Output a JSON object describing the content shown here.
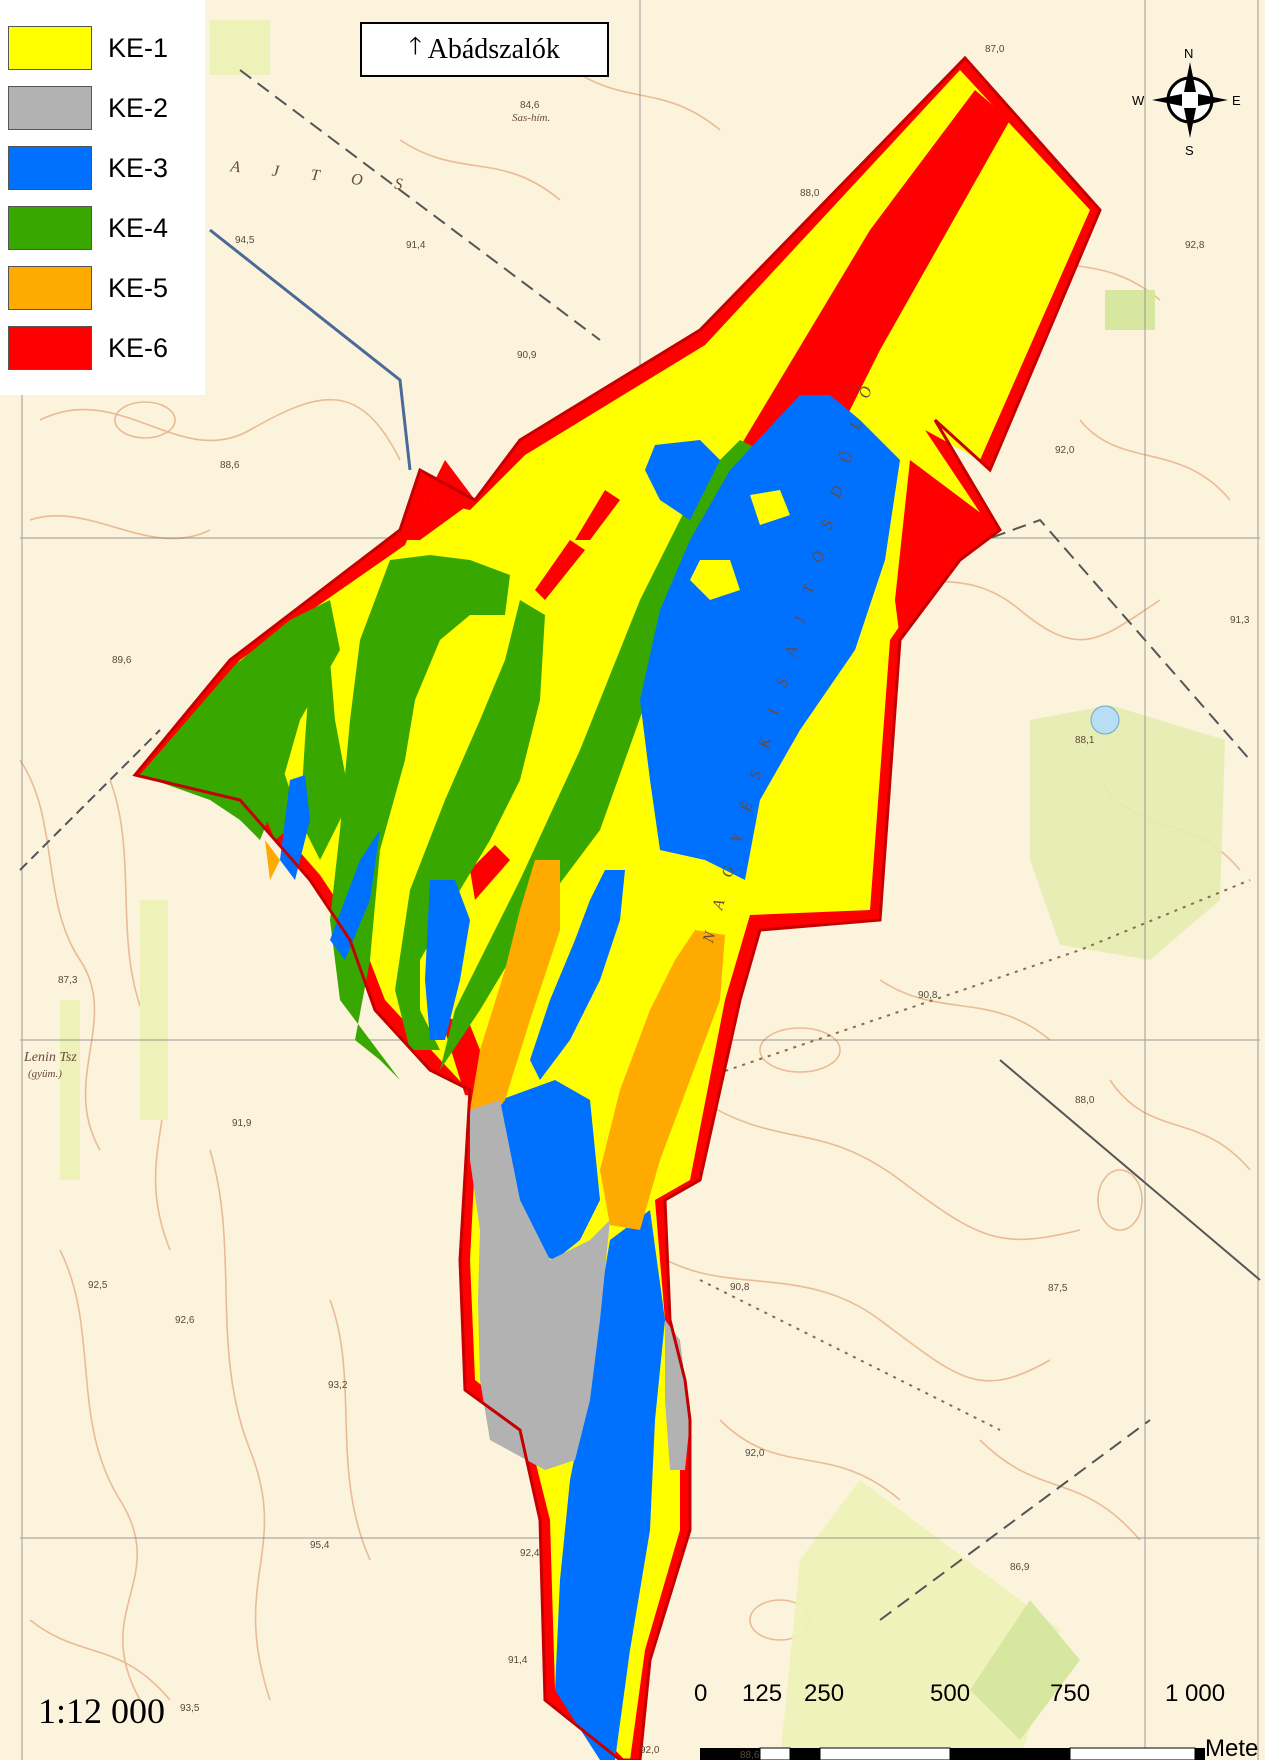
{
  "legend": {
    "items": [
      {
        "label": "KE-1",
        "color": "#ffff00"
      },
      {
        "label": "KE-2",
        "color": "#b2b2b2"
      },
      {
        "label": "KE-3",
        "color": "#0070ff"
      },
      {
        "label": "KE-4",
        "color": "#38a800"
      },
      {
        "label": "KE-5",
        "color": "#ffaa00"
      },
      {
        "label": "KE-6",
        "color": "#ff0000"
      }
    ]
  },
  "destination": {
    "label": "Abádszalók",
    "arrow_icon": "arrow-up-icon"
  },
  "north_arrow": {
    "n": "N",
    "s": "S",
    "e": "E",
    "w": "W"
  },
  "scale": {
    "ratio": "1:12 000",
    "ticks": [
      "0",
      "125",
      "250",
      "500",
      "750",
      "1 000"
    ],
    "unit": "Mete"
  },
  "map_labels": {
    "lenin": "Lenin Tsz",
    "lenin_sub": "(gyüm.)",
    "sas": "Sas-hím.",
    "ajtos": "A J T O S",
    "dulo": "N A G Y É S  K I S A J T Ó S  D Ű L Ő",
    "elevations": [
      "87,0",
      "84,6",
      "94,5",
      "91,4",
      "90,9",
      "88,6",
      "89,6",
      "88,0",
      "92,8",
      "92,0",
      "91,3",
      "88,1",
      "90,8",
      "87,3",
      "91,9",
      "92,5",
      "92,6",
      "93,2",
      "90,8",
      "92,0",
      "95,4",
      "92,4",
      "86,9",
      "91,4",
      "93,5",
      "92,0",
      "88,6",
      "87,5",
      "88,0"
    ]
  },
  "colors": {
    "paper": "#fbf3dc",
    "contour": "#e4a97e",
    "grid": "#7a7a7a",
    "boundary": "#e00000"
  }
}
